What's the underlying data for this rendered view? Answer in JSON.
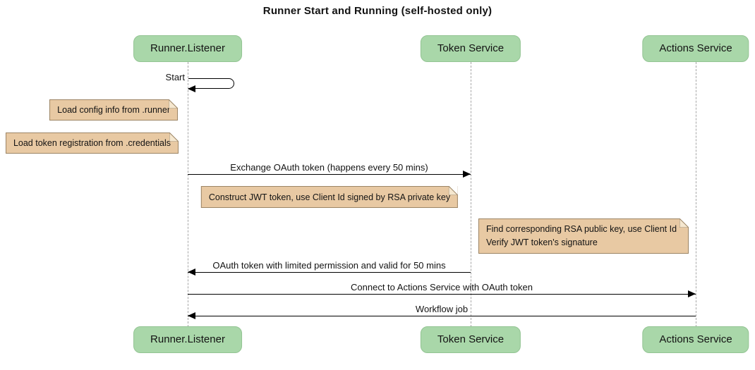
{
  "title": "Runner Start and Running (self-hosted only)",
  "participants": [
    {
      "label": "Runner.Listener"
    },
    {
      "label": "Token Service"
    },
    {
      "label": "Actions Service"
    }
  ],
  "messages": {
    "start": "Start",
    "exchange": "Exchange OAuth token (happens every 50 mins)",
    "oauth_return": "OAuth token with limited permission and valid for 50 mins",
    "connect": "Connect to Actions Service with OAuth token",
    "workflow": "Workflow job"
  },
  "notes": {
    "load_config": "Load config info from .runner",
    "load_credentials": "Load token registration from .credentials",
    "construct_jwt": "Construct JWT token, use Client Id signed by RSA private key",
    "verify": {
      "line1": "Find corresponding RSA public key, use Client Id",
      "line2": "Verify JWT token's signature"
    }
  },
  "colors": {
    "participant_fill": "#a9d7a9",
    "participant_border": "#93c493",
    "note_fill": "#e8c9a3",
    "note_border": "#9c8464",
    "note_fold": "#f5e7cf",
    "lifeline": "#a6a6a6",
    "arrow": "#000000"
  }
}
